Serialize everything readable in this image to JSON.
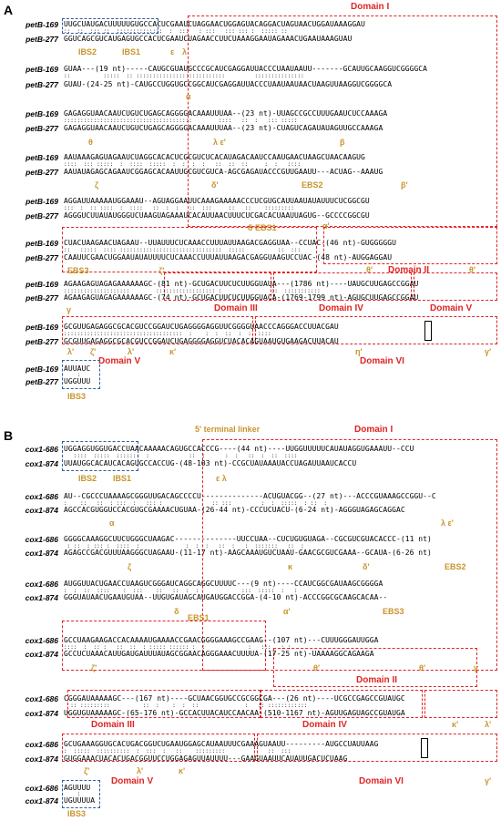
{
  "panels": [
    {
      "letter": "A"
    },
    {
      "letter": "B"
    }
  ],
  "panelA": {
    "gene1": "petB-169",
    "gene2": "petB-277",
    "rows": [
      {
        "s1": "UUGCUAUGACUUUUUGUGCCACUCGAAUCUAGGAACUGGAGUACAGGACUAGUAACUGGAUAAAGGAU",
        "s2": "GGUCAGCGUCAUGAGUGCCACUCGAAUCUAGAACCUUCUAAAGGAAUAGAAACUGAAUAAAGUAU",
        "dots": "::  ::  ::: ::  ::::::::::::::  :  :::   : :::   ::: ::: :  ::::: ::"
      },
      {
        "s1": "GUAA---(19 nt)-----CAUGCGUAUGCCCGCAUCGAGGAUUACCCUAAUAAUU-------GCAUUGCAAGGUCGGGGCA",
        "s2": "GUAU-(24-25 nt)-CAUGCCUGGUGCCGGCAUCGAGGAUUACCCUAAUAAUAACUAAGUUAAGGUCGGGGCA",
        "dots": "::          :::::  :: :::::::::::::::::::::::::::         :::::::::::::::"
      },
      {
        "s1": "GAGAGGUAACAAUCUGUCUGAGCAGGGGACAAAUUUAA--(23 nt)-UUAGCCGCCUUUGAAUCUCCAAAGA",
        "s2": "GAGAGGUAACAAUCUGUCUGAGCAGGGGACAAAUUUAA--(23 nt)-CUAGUCAGAUAUAGUUGCCAAAGA",
        "dots": ":::::::::::::::::::::::::::::::::::::::        ::::   ::  :   ::: :::::"
      },
      {
        "s1": "AAUAAAGAGUAGAAUCUAGGCACACUCGCGUCUCACAUAGACAAUCCAAUGAACUAAGCUAACAAGUG",
        "s2": "AAUAUAGAGCAGAAUCGGAGCACAAUUGCGUCGUCA-AGCGAGAUACCCGUUGAAUU---ACUAG--AAAUG",
        "dots": "::::  ::: :::::  :  ::::  :::::  :  :  :  :   ::  ::  ::     :  :   ::::"
      },
      {
        "s1": "AGGAUUAAAAAUGGAAAU--AGUAGGAAUUCAAAGAAAAACCCUCGUGCAUUAAUAUAUUUCUCGGCGU",
        "s2": "AGGGUCUUAUAUGGGUCUAAGUAGAAAUCACAUUAACUUUCUCGACACUAAUUAGUG--GCCCCGGCGU",
        "dots": ":::  :  :: ::::  :  ::::   ::  :  :   ::  :::     ::   ::    :::::::::"
      },
      {
        "s1": "CUACUAAGAACUAGAAU--UUAUUUCUCAAACCUUUAUUAAGACGAGGUAA--CCUAC-(46 nt)-GUGGGGGU",
        "s2": "CAAUUCGAACUGGAAUAUAUUUUCUCAAACCUUUAUUAAGACGAGGUAAGUCCUAC-(48 nt)-AUGGAGGAU",
        "dots": "::   :::::  :::: :::::::::::::::::::::::::::::::  :::::          ::  :::"
      },
      {
        "s1": "AGAAGAGUAGAGAAAAAAGC-(81 nt)-GCUGACUUCUCUUGGUAUA---(1786 nt)----UAUGCUUGAGCCGGAU",
        "s2": "AGAAGAGUAGAGAAAAAAGC-(74 nt)-GCUGACUUCUCUUGGUACA-(1769-1799 nt)-AGUGCUUGAGCCGGAU",
        "dots": "::::::::::::::::::::        :::::::::::::::::: :               ::  :::::::::::"
      },
      {
        "s1": "GCGUUGAGAGGCGCACGUCCGGAUCUGAGGGGAGGUUCGGGGUAACCCAGGGACCUUACGAU",
        "s2": "GCGUUGAGAGGCGCACGUCCGGAUCUGAGGGGAGGUCUACACAGUAAUGUGAAGACUUACAU",
        "dots": "::::::::::::::::::::::::::::::::::::  :    :  :  ::  :  :  ::::"
      },
      {
        "s1": "AUUAUC",
        "s2": "UGGUUU",
        "dots": "    :"
      }
    ],
    "anns": {
      "ibs2": "IBS2",
      "ibs1": "IBS1",
      "ibs3": "IBS3",
      "eps": "ε",
      "lam": "λ",
      "alpha": "α",
      "theta": "θ",
      "lameps": "λ ε'",
      "beta": "β",
      "zeta": "ζ",
      "delta_p": "δ'",
      "ebs2": "EBS2",
      "beta_p": "β'",
      "delta_ebs1": "δ EBS1",
      "alpha_p": "α'",
      "ebs3": "EBS3",
      "zeta_p": "ζ'",
      "theta_p": "θ'",
      "theta_p2": "θ'",
      "gamma": "γ",
      "lambda_p": "λ'",
      "zeta_p2": "ζ'",
      "lambda_p2": "λ'",
      "kappa_p": "κ'",
      "eta_p": "η'",
      "gamma_p": "γ'"
    },
    "domains": {
      "d1": "Domain I",
      "d2": "Domain II",
      "d3": "Domain III",
      "d4": "Domain IV",
      "d5": "Domain V",
      "d5b": "Domain V",
      "d6": "Domain VI"
    }
  },
  "panelB": {
    "gene1": "cox1-686",
    "gene2": "cox1-874",
    "linker": "5' terminal linker",
    "rows": [
      {
        "s1": "UGGAGGUGGUGACCUAACAAAAACAGUGCCACCCG----(44 nt)----UUGGUUUUUCAUAUAGGUGAAAUU--CCU",
        "s2": "UUAUGGCACAUCACAGUGCCACCUG-(48-103 nt)-CCGCUAUAAAUACCUAGAUUAAUCACCU",
        "dots": "   ::::  :::::  :::::::  :            ::  :      :  :   ::  :  ::  ::::"
      },
      {
        "s1": "AU--CGCCCUAAAAGCGGGUUGACAGCCCCU--------------ACUGUACGG--(27 nt)---ACCCGUAAAGCCGGU--C",
        "s2": "AGCCACGUGGUCCACGUGCGAAAACUGUAA-(26-44 nt)-CCCUCUACU-(6-24 nt)-AGGGUAGAGCAGGAC",
        "dots": ":    ::   ::  : :::  :   ::: :               :: :::         :  :  :::::  : ::  :"
      },
      {
        "s1": "GGGGCAAAGGCUUCUGGGCUAAGAC--------------UUCCUAA--CUCUGUGUAGA--CGCGUCGUACACCC-(11 nt)",
        "s2": "AGAGCCGACGUUUAAGGGCUAGAAU-(11-17 nt)-AAGCAAAUGUCUAAU-GAACGCGUCGAAA--GCAUA-(6-26 nt)",
        "dots": " : ::  : ::: :  ::::  :              :  :  :   ::  :   :  :::::::   ::  :"
      },
      {
        "s1": "AUGGUUACUGAACCUAAGUCGGGAUCAGGCAGGCUUUUC---(9 nt)----CCAUCGGCGAUAAGCGGGGA",
        "s2": "GGGUAUAACUGAAUGUAA--UUGUGAUAGCAUGAUGGACCGGA-(4-10 nt)-ACCCGGCGCAAGCACAA--",
        "dots": ":  :  ::  ::::    :  :::    ::   ::  :  :             :::  :::::  :   :"
      },
      {
        "s1": "GCCUAAGAAGACCACAAAAUGAAAACCGAACGGGGAAAGCCGAAG--(107 nt)---CUUUGGGAUUGGA",
        "s2": "GCCUCUAAACAUUGAUGAUUUAUAGCGGAACAGGGAAACUUUUA-(17-25 nt)-UAAAAGGCAGAAGA",
        "dots": "::::  :  :: :   ::  ::  : ::::: :::::: :  :             :   :::   : :"
      },
      {
        "s1": "CGGGAUAAAAAGC---(167 nt)----GCUAACGGUGCCGCGGCGA---(26 nt)----UCGCCGAGCCGUAUGC",
        "s2": "UGGUGUAAAAAGC-(65-176 nt)-GCCACUUACAUCCAACAA-(510-1167 nt)-AGUUGAGUAGCCGUAUGA",
        "dots": "  :: :::::::::          ::  :    :  :  ::              :   :: ::::::::::::"
      },
      {
        "s1": "GCUGAAAGGUGCACUGACGGUCUGAAUGGAGCAUAAUUUCGAAAGUAAUU---------AUGCCUAUUAAG",
        "s2": "GUGGAAACUACACUGACGGUUCCUGGAGAGUUAUUUU---GAAGUAAUUCAUAUUGACUCUAAG",
        "dots": ":  :::::  ::::::::::  :  :::  :   ::    :::::::::             ::  :::"
      },
      {
        "s1": "AGUUUU",
        "s2": "UGUUUUA",
        "dots": "    :"
      }
    ],
    "anns": {
      "ibs2": "IBS2",
      "ibs1": "IBS1",
      "ibs3": "IBS3",
      "eps_lam": "ε λ",
      "alpha": "α",
      "lameps": "λ ε'",
      "zeta": "ζ",
      "kappa": "κ",
      "delta_p": "δ'",
      "ebs2": "EBS2",
      "delta": "δ",
      "ebs1": "EBS1",
      "alpha_p": "α'",
      "ebs3": "EBS3",
      "zeta_p": "ζ'",
      "theta_p": "θ'",
      "theta_p2": "θ'",
      "gamma": "γ",
      "kappa_p": "κ'",
      "lambda_p": "λ'",
      "zeta_p2": "ζ'",
      "lambda_p2": "λ'",
      "kappa_p2": "κ'",
      "gamma_p": "γ'"
    },
    "domains": {
      "d1": "Domain I",
      "d2": "Domain II",
      "d3": "Domain III",
      "d4": "Domain IV",
      "d5": "Domain V",
      "d6": "Domain VI"
    }
  }
}
